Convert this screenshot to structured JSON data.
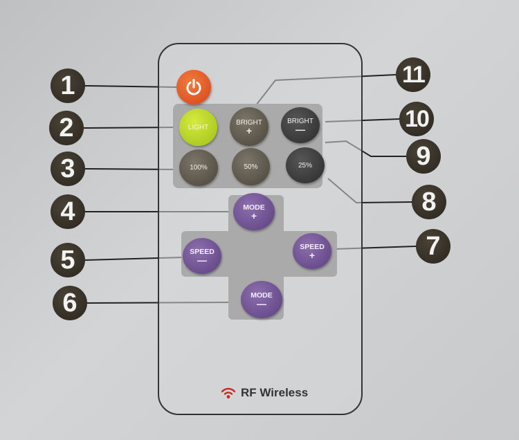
{
  "remote": {
    "buttons": {
      "power": {
        "icon": "power-icon"
      },
      "light": {
        "label": "LIGHT"
      },
      "bright_plus": {
        "label": "BRIGHT",
        "sign": "+"
      },
      "bright_minus": {
        "label": "BRIGHT",
        "sign": "—"
      },
      "pct_100": {
        "label": "100%"
      },
      "pct_50": {
        "label": "50%"
      },
      "pct_25": {
        "label": "25%"
      },
      "mode_plus": {
        "label": "MODE",
        "sign": "+"
      },
      "speed_minus": {
        "label": "SPEED",
        "sign": "—"
      },
      "speed_plus": {
        "label": "SPEED",
        "sign": "+"
      },
      "mode_minus": {
        "label": "MODE",
        "sign": "—"
      }
    },
    "footer": {
      "icon": "wireless-signal-icon",
      "label": "RF Wireless"
    }
  },
  "callouts": [
    "1",
    "2",
    "3",
    "4",
    "5",
    "6",
    "7",
    "8",
    "9",
    "10",
    "11"
  ],
  "colors": {
    "power": "#e0541f",
    "light": "#b7d620",
    "mode_speed": "#6e5290",
    "grey_button": "#5e574c",
    "callout": "#3a342b",
    "wireless_icon": "#c8281e"
  }
}
